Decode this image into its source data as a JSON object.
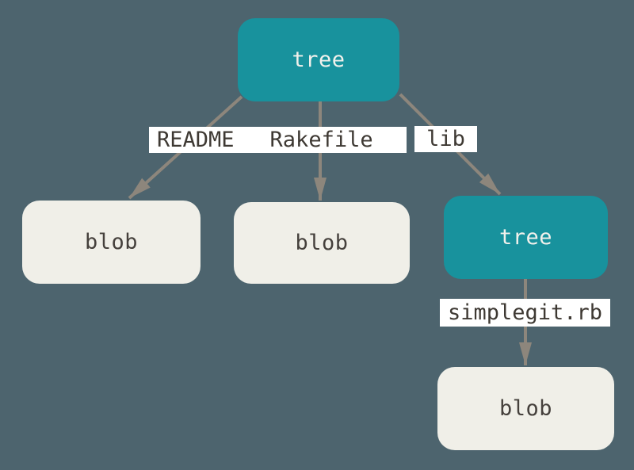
{
  "diagram": {
    "colors": {
      "background": "#4d646e",
      "tree_fill": "#18929d",
      "tree_text": "#f2f1ec",
      "blob_fill": "#f0efe8",
      "blob_text": "#45403c",
      "edge": "#8d867c",
      "edge_label_bg": "#ffffff",
      "edge_label_text": "#3e3933"
    },
    "nodes": [
      {
        "id": "root-tree",
        "type": "tree",
        "label": "tree"
      },
      {
        "id": "readme-blob",
        "type": "blob",
        "label": "blob"
      },
      {
        "id": "rakefile-blob",
        "type": "blob",
        "label": "blob"
      },
      {
        "id": "lib-tree",
        "type": "tree",
        "label": "tree"
      },
      {
        "id": "simplegit-blob",
        "type": "blob",
        "label": "blob"
      }
    ],
    "edges": [
      {
        "from": "root-tree",
        "to": "readme-blob",
        "label": "README"
      },
      {
        "from": "root-tree",
        "to": "rakefile-blob",
        "label": "Rakefile"
      },
      {
        "from": "root-tree",
        "to": "lib-tree",
        "label": "lib"
      },
      {
        "from": "lib-tree",
        "to": "simplegit-blob",
        "label": "simplegit.rb"
      }
    ]
  }
}
